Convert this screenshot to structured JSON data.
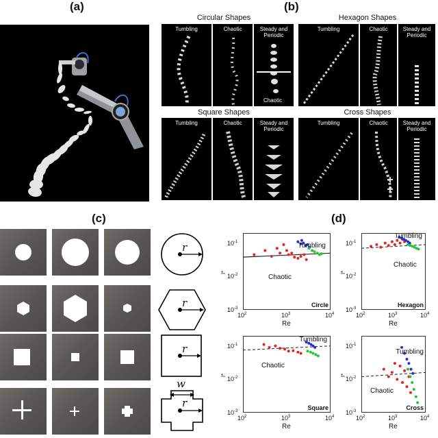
{
  "panel_labels": {
    "a": "(a)",
    "b": "(b)",
    "c": "(c)",
    "d": "(d)"
  },
  "section_titles": {
    "circular": "Circular Shapes",
    "hexagon": "Hexagon Shapes",
    "square": "Square Shapes",
    "cross": "Cross Shapes"
  },
  "column_labels": {
    "tumbling": "Tumbling",
    "chaotic": "Chaotic",
    "steady_line1": "Steady and",
    "steady_line2": "Periodic",
    "chaotic_inset": "Chaotic"
  },
  "diagram_labels": {
    "r": "r",
    "w": "w"
  },
  "plot_common": {
    "xlabel": "Re",
    "ylabel": "I*",
    "x_ticks": [
      "10",
      "10",
      "10",
      "10"
    ],
    "x_exps": [
      "2",
      "3",
      "4"
    ],
    "y_ticks": [
      "10",
      "10",
      "10"
    ],
    "y_exps": [
      "-1",
      "-2",
      "-3"
    ]
  },
  "colors": {
    "red": "#e8231e",
    "green": "#27c43a",
    "blue": "#2231d6",
    "line": "#222222"
  },
  "chart_data": [
    {
      "type": "scatter",
      "title": "Circle",
      "xlabel": "Re",
      "ylabel": "I*",
      "xscale": "log",
      "yscale": "log",
      "xlim": [
        100,
        10000
      ],
      "ylim": [
        0.001,
        0.2
      ],
      "annotations": [
        "Tumbling",
        "Chaotic"
      ],
      "fit_line": {
        "style": "solid",
        "x": [
          100,
          10000
        ],
        "y": [
          0.038,
          0.05
        ]
      },
      "series": [
        {
          "color": "red",
          "points": [
            [
              180,
              0.045
            ],
            [
              320,
              0.06
            ],
            [
              450,
              0.04
            ],
            [
              600,
              0.07
            ],
            [
              700,
              0.05
            ],
            [
              850,
              0.09
            ],
            [
              1000,
              0.06
            ],
            [
              1100,
              0.045
            ],
            [
              1300,
              0.05
            ],
            [
              1500,
              0.038
            ],
            [
              1800,
              0.035
            ],
            [
              2100,
              0.04
            ],
            [
              2500,
              0.045
            ],
            [
              2800,
              0.032
            ]
          ]
        },
        {
          "color": "blue",
          "points": [
            [
              1800,
              0.11
            ],
            [
              2100,
              0.095
            ],
            [
              2400,
              0.1
            ],
            [
              2700,
              0.085
            ],
            [
              3000,
              0.09
            ],
            [
              3300,
              0.075
            ],
            [
              2200,
              0.12
            ]
          ]
        },
        {
          "color": "green",
          "points": [
            [
              3200,
              0.07
            ],
            [
              3800,
              0.06
            ],
            [
              4300,
              0.055
            ],
            [
              5000,
              0.05
            ],
            [
              5600,
              0.045
            ],
            [
              6200,
              0.048
            ]
          ]
        }
      ]
    },
    {
      "type": "scatter",
      "title": "Hexagon",
      "xlabel": "Re",
      "ylabel": "I*",
      "xscale": "log",
      "yscale": "log",
      "xlim": [
        100,
        10000
      ],
      "ylim": [
        0.001,
        0.2
      ],
      "annotations": [
        "Tumbling",
        "Chaotic"
      ],
      "fit_line": {
        "style": "dashed",
        "x": [
          100,
          10000
        ],
        "y": [
          0.07,
          0.09
        ]
      },
      "series": [
        {
          "color": "red",
          "points": [
            [
              200,
              0.08
            ],
            [
              300,
              0.09
            ],
            [
              400,
              0.075
            ],
            [
              550,
              0.1
            ],
            [
              700,
              0.085
            ],
            [
              900,
              0.11
            ],
            [
              1100,
              0.09
            ],
            [
              1300,
              0.12
            ],
            [
              1600,
              0.1
            ],
            [
              1900,
              0.13
            ],
            [
              2200,
              0.11
            ]
          ]
        },
        {
          "color": "blue",
          "points": [
            [
              1500,
              0.15
            ],
            [
              1800,
              0.14
            ],
            [
              2100,
              0.13
            ],
            [
              2400,
              0.12
            ],
            [
              2800,
              0.11
            ],
            [
              3200,
              0.1
            ]
          ]
        },
        {
          "color": "green",
          "points": [
            [
              2800,
              0.09
            ],
            [
              3300,
              0.085
            ],
            [
              3900,
              0.08
            ],
            [
              4500,
              0.075
            ],
            [
              5200,
              0.07
            ],
            [
              6000,
              0.066
            ]
          ]
        }
      ]
    },
    {
      "type": "scatter",
      "title": "Square",
      "xlabel": "Re",
      "ylabel": "I*",
      "xscale": "log",
      "yscale": "log",
      "xlim": [
        100,
        10000
      ],
      "ylim": [
        0.001,
        0.2
      ],
      "annotations": [
        "Tumbling",
        "Chaotic"
      ],
      "fit_line": {
        "style": "dashed",
        "x": [
          100,
          10000
        ],
        "y": [
          0.075,
          0.1
        ]
      },
      "series": [
        {
          "color": "red",
          "points": [
            [
              300,
              0.11
            ],
            [
              400,
              0.09
            ],
            [
              550,
              0.1
            ],
            [
              700,
              0.085
            ],
            [
              900,
              0.08
            ],
            [
              1100,
              0.07
            ],
            [
              1400,
              0.072
            ],
            [
              1800,
              0.065
            ],
            [
              2100,
              0.06
            ]
          ]
        },
        {
          "color": "blue",
          "points": [
            [
              2800,
              0.13
            ],
            [
              3200,
              0.12
            ],
            [
              3600,
              0.11
            ],
            [
              4000,
              0.1
            ],
            [
              4400,
              0.09
            ]
          ]
        },
        {
          "color": "green",
          "points": [
            [
              3000,
              0.07
            ],
            [
              3500,
              0.065
            ],
            [
              4000,
              0.06
            ],
            [
              4600,
              0.055
            ],
            [
              5200,
              0.05
            ]
          ]
        }
      ]
    },
    {
      "type": "scatter",
      "title": "Cross",
      "xlabel": "Re",
      "ylabel": "I*",
      "xscale": "log",
      "yscale": "log",
      "xlim": [
        100,
        10000
      ],
      "ylim": [
        0.001,
        0.2
      ],
      "annotations": [
        "Tumbling",
        "Chaotic"
      ],
      "fit_line": {
        "style": "dashed",
        "x": [
          100,
          10000
        ],
        "y": [
          0.012,
          0.016
        ]
      },
      "series": [
        {
          "color": "red",
          "points": [
            [
              500,
              0.02
            ],
            [
              700,
              0.012
            ],
            [
              900,
              0.016
            ],
            [
              1100,
              0.03
            ],
            [
              1300,
              0.01
            ],
            [
              1600,
              0.025
            ],
            [
              1900,
              0.008
            ],
            [
              2200,
              0.018
            ],
            [
              2600,
              0.006
            ],
            [
              3000,
              0.012
            ],
            [
              3400,
              0.004
            ]
          ]
        },
        {
          "color": "blue",
          "points": [
            [
              1800,
              0.09
            ],
            [
              2200,
              0.06
            ],
            [
              2600,
              0.04
            ],
            [
              3000,
              0.03
            ],
            [
              3500,
              0.02
            ],
            [
              4000,
              0.015
            ]
          ]
        },
        {
          "color": "green",
          "points": [
            [
              2800,
              0.02
            ],
            [
              3300,
              0.012
            ],
            [
              3800,
              0.008
            ],
            [
              4300,
              0.005
            ],
            [
              5000,
              0.003
            ],
            [
              5600,
              0.002
            ]
          ]
        }
      ]
    }
  ]
}
